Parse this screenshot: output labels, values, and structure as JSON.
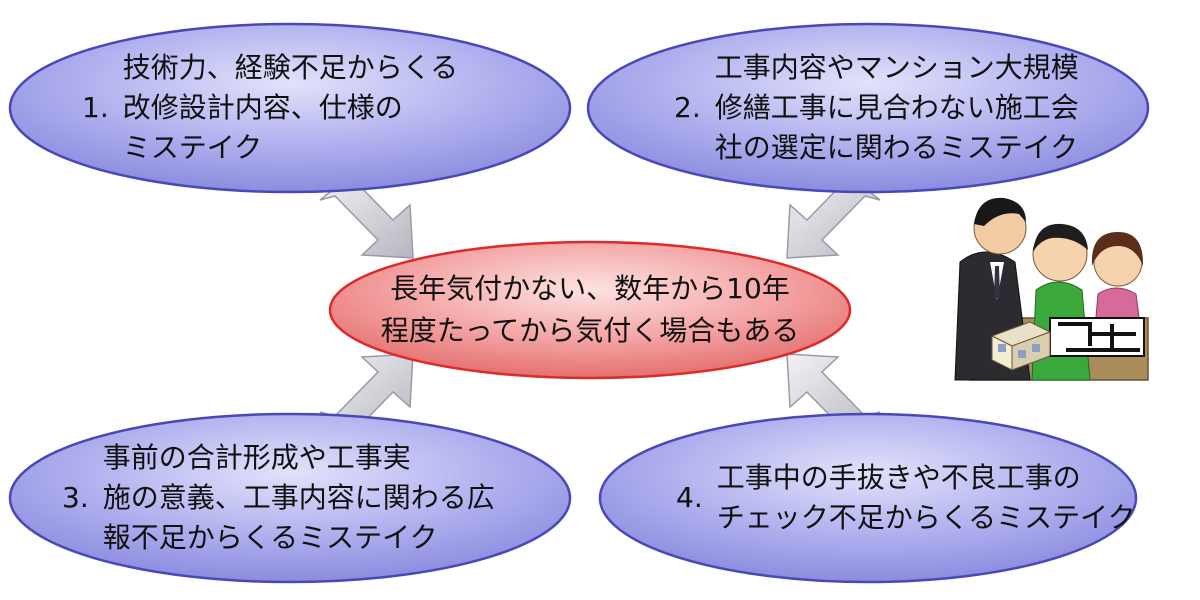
{
  "center": {
    "line1": "長年気付かない、数年から10年",
    "line2": "程度たってから気付く場合もある"
  },
  "items": [
    {
      "number": "1.",
      "lines": [
        "技術力、経験不足からくる",
        "改修設計内容、仕様の",
        "ミステイク"
      ]
    },
    {
      "number": "2.",
      "lines": [
        "工事内容やマンション大規模",
        "修繕工事に見合わない施工会",
        "社の選定に関わるミステイク"
      ]
    },
    {
      "number": "3.",
      "lines": [
        "事前の合計形成や工事実",
        "施の意義、工事内容に関わる広",
        "報不足からくるミステイク"
      ]
    },
    {
      "number": "4.",
      "lines": [
        "工事中の手抜きや不良工事の",
        "チェック不足からくるミステイク"
      ]
    }
  ],
  "colors": {
    "outer_fill": "#aaaaee",
    "outer_stroke": "#4444bb",
    "center_fill": "#f08c8c",
    "center_stroke": "#dd2222",
    "arrow_fill": "#d6d6dc"
  },
  "illustration": "people-reviewing-building-plans"
}
